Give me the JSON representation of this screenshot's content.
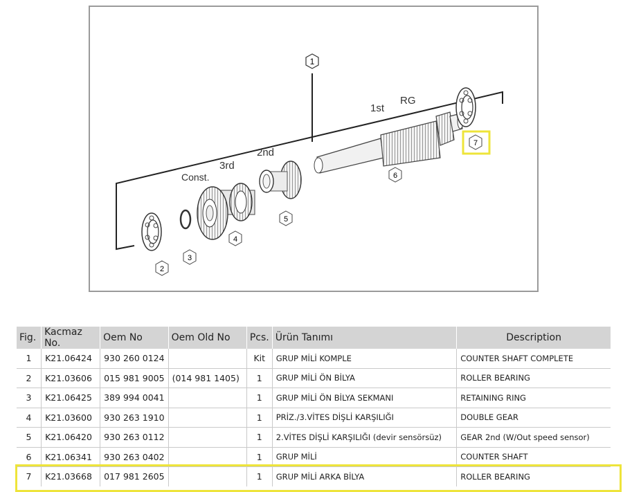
{
  "figure": {
    "labels": {
      "first": "1st",
      "rg": "RG",
      "second": "2nd",
      "third": "3rd",
      "const": "Const."
    },
    "callouts": [
      "1",
      "2",
      "3",
      "4",
      "5",
      "6",
      "7"
    ],
    "highlight_color": "#eee43a"
  },
  "table": {
    "headers": {
      "fig": "Fig.",
      "kacmaz": "Kacmaz No.",
      "oem": "Oem No",
      "oem_old": "Oem Old No",
      "pcs": "Pcs.",
      "urun": "Ürün Tanımı",
      "desc": "Description"
    },
    "rows": [
      {
        "fig": "1",
        "kacmaz": "K21.06424",
        "oem": "930 260 0124",
        "oem_old": "",
        "pcs": "Kit",
        "urun": "GRUP MİLİ KOMPLE",
        "desc": "COUNTER SHAFT COMPLETE"
      },
      {
        "fig": "2",
        "kacmaz": "K21.03606",
        "oem": "015 981 9005",
        "oem_old": "(014 981 1405)",
        "pcs": "1",
        "urun": "GRUP MİLİ ÖN BİLYA",
        "desc": "ROLLER BEARING"
      },
      {
        "fig": "3",
        "kacmaz": "K21.06425",
        "oem": "389 994 0041",
        "oem_old": "",
        "pcs": "1",
        "urun": "GRUP MİLİ ÖN BİLYA SEKMANI",
        "desc": "RETAINING RING"
      },
      {
        "fig": "4",
        "kacmaz": "K21.03600",
        "oem": "930 263 1910",
        "oem_old": "",
        "pcs": "1",
        "urun": "PRİZ./3.VİTES DİŞLİ KARŞILIĞI",
        "desc": "DOUBLE GEAR"
      },
      {
        "fig": "5",
        "kacmaz": "K21.06420",
        "oem": "930 263 0112",
        "oem_old": "",
        "pcs": "1",
        "urun": "2.VİTES DİŞLİ KARŞILIĞI (devir sensörsüz)",
        "desc": "GEAR 2nd  (W/Out speed sensor)"
      },
      {
        "fig": "6",
        "kacmaz": "K21.06341",
        "oem": "930 263 0402",
        "oem_old": "",
        "pcs": "1",
        "urun": "GRUP MİLİ",
        "desc": "COUNTER SHAFT"
      },
      {
        "fig": "7",
        "kacmaz": "K21.03668",
        "oem": "017 981 2605",
        "oem_old": "",
        "pcs": "1",
        "urun": "GRUP MİLİ ARKA BİLYA",
        "desc": "ROLLER BEARING"
      }
    ]
  }
}
